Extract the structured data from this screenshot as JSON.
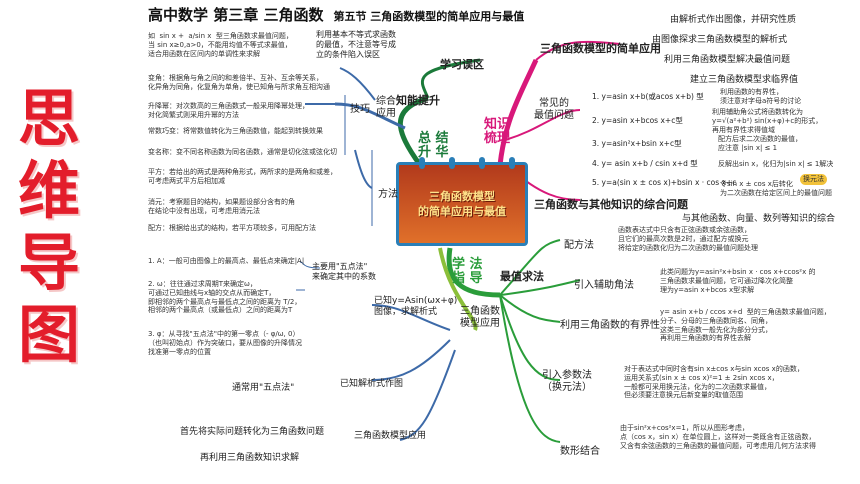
{
  "header": {
    "title": "高中数学    第三章    三角函数",
    "subtitle": "第五节    三角函数模型的简单应用与最值"
  },
  "side_title": [
    "思",
    "维",
    "导",
    "图"
  ],
  "card": {
    "line1": "三角函数模型",
    "line2": "的简单应用与最值"
  },
  "hubs": {
    "summary": "总 结\n升 华",
    "knowledge": "知识\n梳理",
    "method": "学 法\n指 导"
  },
  "left_top": {
    "mistakes": "学习误区",
    "mistake_note1": "如  sin x +  a/sin x  型三角函数求最值问题，",
    "mistake_note2": "当 sin x≥0,a>0，不能用均值不等式求最值，",
    "mistake_note3": "适合用函数在区间内的单调性来求解",
    "mistake_main": "利用基本不等式求函数\n的最值，不注意等号成\n立的条件陷入误区",
    "ability": "知能提升",
    "comprehensive": "综合\n应用",
    "skills": "技巧",
    "skill1": "变角：根据角与角之间的和差倍半、互补、互余等关系，\n化异角为同角，化复角为单角，使已知角与所求角互相沟通",
    "skill2": "升降幂：对次数高的三角函数式一般采用降幂处理，\n对化简繁式则采用升幂的方法",
    "skill3": "常数巧变：将常数值转化为三角函数值，能起到转换效果",
    "skill4": "变名称：变不同名称函数为同名函数，通常是切化弦或弦化切",
    "methods": "方法",
    "method1": "平方：若给出的两式是两种角形式，两所求的是两角和或差，\n可考虑两式平方后相加减",
    "method2": "消元：考察题目的结构，如果题设部分含有的角\n在结论中没有出现，可考虑用消元法",
    "method3": "配方：根据给出式的结构，若平方项较多，可用配方法"
  },
  "right_top": {
    "simple_app": "三角函数模型的简单应用",
    "app1": "由解析式作出图像，并研究性质",
    "app2": "由图像探求三角函数模型的解析式",
    "app3": "利用三角函数模型解决最值问题",
    "app4": "建立三角函数模型求临界值",
    "common": "常见的\n最值问题",
    "type1": "1. y=asin x+b(或acos x+b) 型",
    "type1_note": "利用函数的有界性，\n须注意对字母a符号的讨论",
    "type2": "2. y=asin x+bcos x+c型",
    "type2_note": "利用辅助角公式将函数转化为\ny=√(a²+b²) sin(x+φ)+c的形式，\n再用有界性求得值域",
    "type3": "3. y=asin²x+bsin x+c型",
    "type3_note": "配方后求二次函数的最值，\n应注意 |sin x| ≤ 1",
    "type4": "4. y= asin x+b / csin x+d 型",
    "type4_note": "反解出sin x，化归为|sin x| ≤ 1解决",
    "type5": "5. y=a(sin x ± cos x)+bsin x · cos x+c",
    "type5_note": "令sin x ± cos x后转化\n为二次函数在给定区间上的最值问题",
    "substitution": "换元法",
    "synthesis": "三角函数与其他知识的综合问题",
    "synthesis1": "与其他函数、向量、数列等知识的综合"
  },
  "left_bottom": {
    "graph_method": "已知y=Asin(ωx+φ)\n图像，求解析式",
    "main_five_point": "主要用\"五点法\"\n来确定其中的系数",
    "note1": "1. A：一般可由图像上的最高点、最低点来确定|A|",
    "note2": "2. ω：往往通过求周期T来确定ω，\n可通过已知曲线与x轴的交点从而确定T，\n即相邻的两个最高点与最低点之间的距离为 T/2，\n相邻的两个最高点（或最低点）之间的距离为T",
    "note3": "3. φ：从寻找\"五点法\"中的第一零点（- φ/ω, 0）\n（也叫初始点）作为突破口，要从图像的升降情况\n找准第一零点的位置",
    "five_point": "通常用\"五点法\"",
    "draw_graph": "已知解析式作图",
    "app_model": "三角函数模型应用",
    "app_step1": "首先将实际问题转化为三角函数问题",
    "app_step2": "再利用三角函数知识求解",
    "model_app": "三角函数\n模型应用"
  },
  "right_bottom": {
    "extreme": "最值求法",
    "complete_square": "配方法",
    "cs_note": "函数表达式中只含有正弦函数或余弦函数，\n且它们的最高次数是2时，通过配方或换元\n将给定的函数化归为二次函数的最值问题处理",
    "aux_angle": "引入辅助角法",
    "aux_note": "此类问题为y=asin²x+bsin x · cos x+ccos²x 的\n三角函数求最值问题，它可通过降次化简整\n理为y=asin x+bcos x型求解",
    "bounded": "利用三角函数的有界性",
    "bounded_note": "y= asin x+b / ccos x+d  型的三角函数求最值问题，\n分子、分母的三角函数同名、同角，\n这类三角函数一般先化为部分分式，\n再利用三角函数的有界性去解",
    "param": "引入参数法\n（换元法）",
    "param_note": "对于表达式中同时含有sin x±cos x与sin xcos x的函数，\n运用关系式(sin x ± cos x)²=1 ± 2sin xcos x，\n一般都可采用换元法，化为的二次函数求最值，\n但必须要注意换元后新变量的取值范围",
    "shape": "数形结合",
    "shape_note": "由于sin²x+cos²x=1，所以从图形考虑，\n点（cos x，sin x）在单位圆上，这样对一类既含有正弦函数，\n又含有余弦函数的三角函数的最值问题，可考虑用几何方法求得"
  }
}
